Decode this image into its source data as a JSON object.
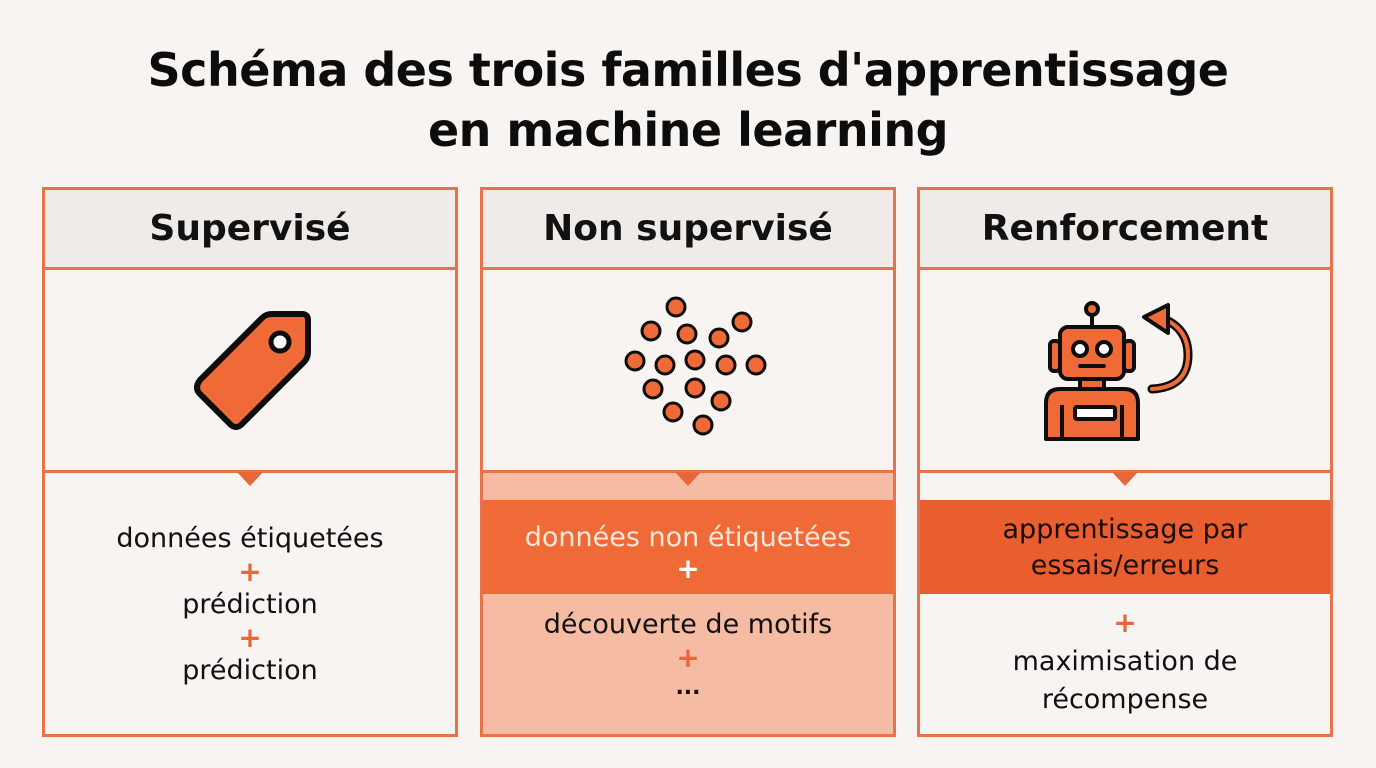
{
  "title": {
    "line1": "Schéma des trois familles d'apprentissage",
    "line2": "en machine learning"
  },
  "colors": {
    "accent": "#e8734a",
    "accent_strong": "#f06a37",
    "accent_soft": "#f5bba3",
    "background": "#f8f4f2",
    "header_bg": "#efebe8"
  },
  "columns": [
    {
      "heading": "Supervisé",
      "icon": "tag-icon",
      "items": [
        "données étiquetées",
        "prédiction",
        "prédiction"
      ],
      "separator": "+"
    },
    {
      "heading": "Non supervisé",
      "icon": "scatter-dots-icon",
      "items": [
        "données non étiquetées",
        "découverte de motifs",
        "..."
      ],
      "separator": "+"
    },
    {
      "heading": "Renforcement",
      "icon": "robot-with-loop-arrow-icon",
      "items": [
        "apprentissage par",
        "essais/erreurs",
        "maximisation de",
        "récompense"
      ],
      "separator": "+"
    }
  ]
}
